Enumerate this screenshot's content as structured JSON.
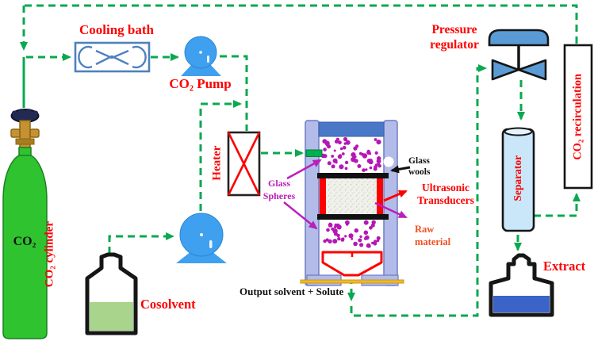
{
  "labels": {
    "cooling_bath": "Cooling bath",
    "co2_pump": "CO₂ Pump",
    "co2_cylinder": "CO₂ cylinder",
    "cylinder_body_text": "CO₂",
    "heater": "Heater",
    "glass_spheres": "Glass Spheres",
    "glass_wools": "Glass wools",
    "ultrasonic_transducers": "Ultrasonic Transducers",
    "raw_material": "Raw material",
    "output_stream": "Output solvent + Solute",
    "cosolvent": "Cosolvent",
    "pressure_regulator": "Pressure regulator",
    "separator": "Separator",
    "co2_recirculation": "CO₂ recirculation",
    "extract": "Extract"
  },
  "colors": {
    "flow_line_green": "#0aa84f",
    "label_red": "#fe0000",
    "glass_sphere_magenta": "#bb1fbb",
    "raw_material_orange": "#f2501e",
    "pump_blue": "#3fa0ef",
    "valve_blue": "#5b9bd5",
    "vessel_wall": "#b3bce8",
    "vessel_cap": "#4a78c8",
    "cylinder_green": "#2fc32f",
    "separator_fill": "#c9e7f8",
    "extract_liquid": "#3c64c8",
    "cosolvent_liquid": "#a9d48b",
    "base_plate_yellow": "#f0b929"
  }
}
